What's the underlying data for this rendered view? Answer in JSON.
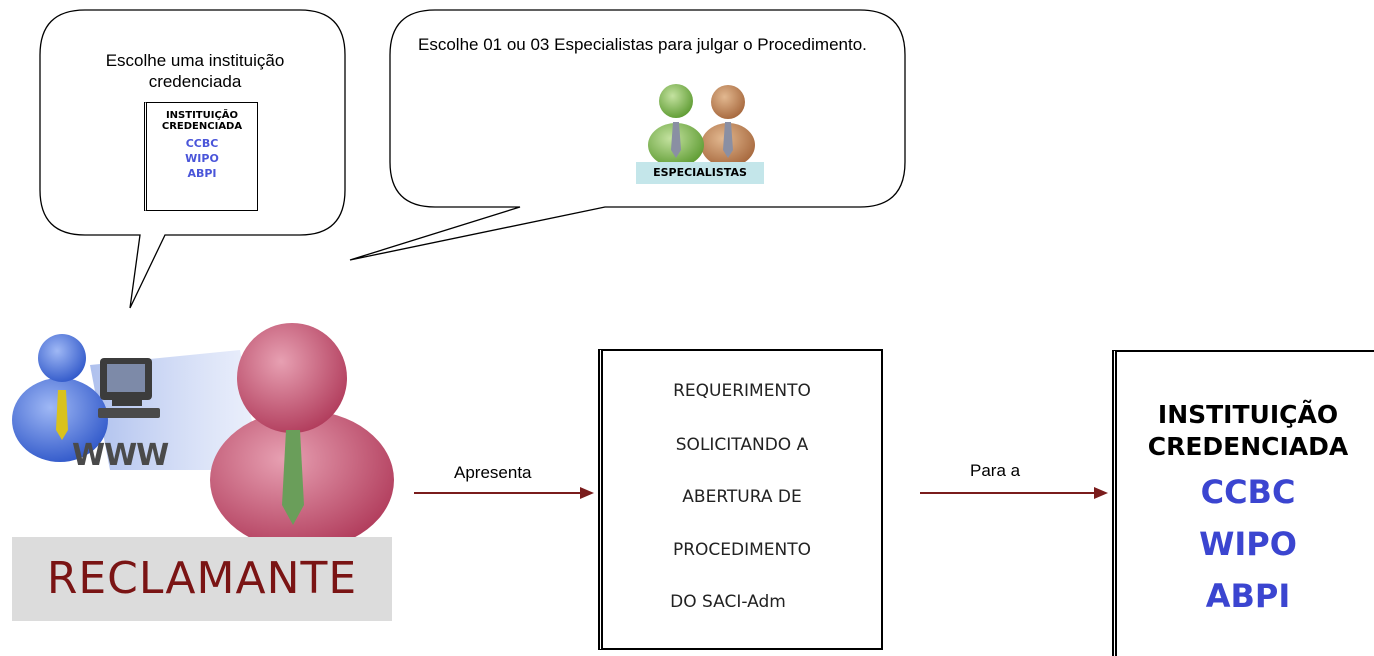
{
  "bubble_left": {
    "text": "Escolhe uma instituição credenciada",
    "mini_box": {
      "title_line1": "INSTITUIÇÃO",
      "title_line2": "CREDENCIADA",
      "orgs": [
        "CCBC",
        "WIPO",
        "ABPI"
      ]
    }
  },
  "bubble_right": {
    "text": "Escolhe 01 ou 03 Especialistas para julgar o Procedimento.",
    "badge": "ESPECIALISTAS"
  },
  "reclamante": {
    "label": "RECLAMANTE",
    "www": "WWW",
    "icon": "users-computer-icon"
  },
  "arrow1_label": "Apresenta",
  "arrow2_label": "Para a",
  "requerimento": {
    "lines": [
      "REQUERIMENTO",
      "SOLICITANDO A",
      "ABERTURA DE",
      "PROCEDIMENTO",
      "DO SACI-Adm"
    ]
  },
  "instituicao": {
    "title_line1": "INSTITUIÇÃO",
    "title_line2": "CREDENCIADA",
    "orgs": [
      "CCBC",
      "WIPO",
      "ABPI"
    ],
    "org_color": "#3b45d0"
  },
  "colors": {
    "arrow": "#7a1c1c",
    "reclamante_text": "#7a1414",
    "reclamante_bg": "#dcdcdc",
    "badge_bg": "#c4e6ea"
  }
}
